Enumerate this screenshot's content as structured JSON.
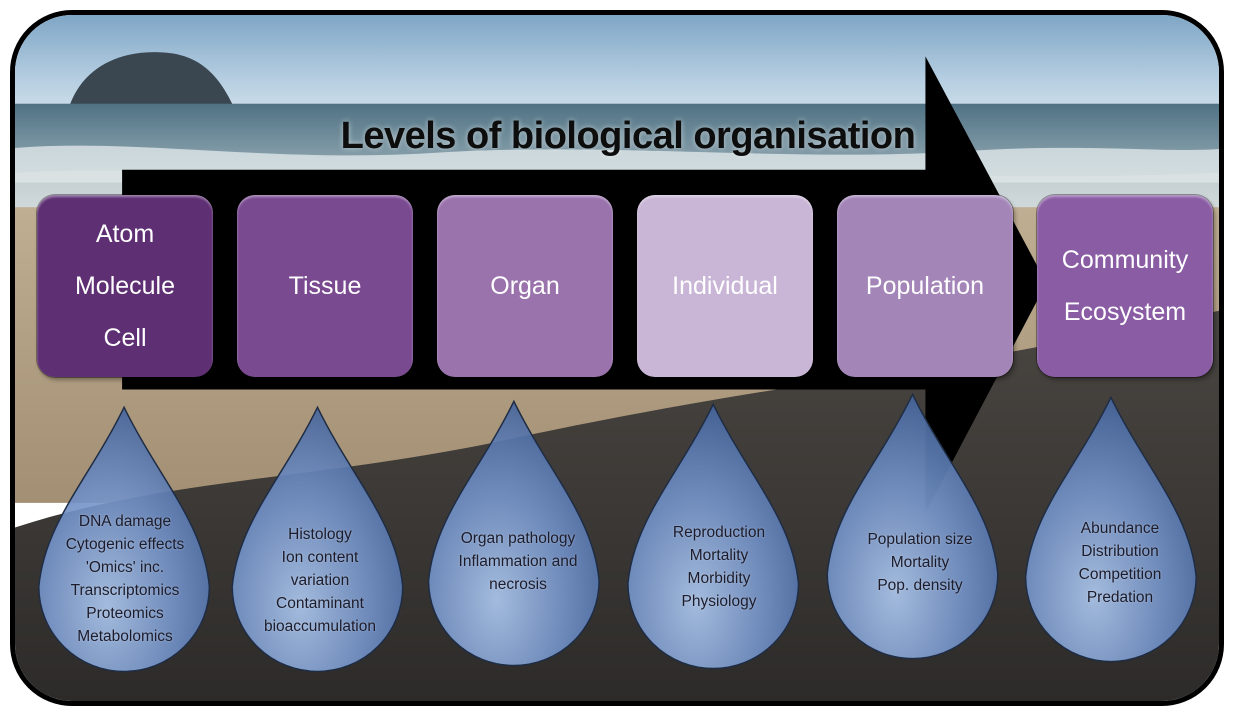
{
  "title": "Levels of biological organisation",
  "colors": {
    "sky": "#a9c6dd",
    "sea": "#6e8fa0",
    "sand": "#c8b79a",
    "mussels": "#3f3d3b",
    "arrow": "#000000",
    "drop_light": "#a9c2e6",
    "drop_dark": "#3e5e96"
  },
  "levels": [
    {
      "label": "Atom\nMolecule\nCell",
      "color": "#5e2f73"
    },
    {
      "label": "Tissue",
      "color": "#7a4a91"
    },
    {
      "label": "Organ",
      "color": "#9a73ad"
    },
    {
      "label": "Individual",
      "color": "#c9b6d6"
    },
    {
      "label": "Population",
      "color": "#a385b8"
    },
    {
      "label": "Community\nEcosystem",
      "color": "#8a5ca4"
    }
  ],
  "drops": [
    {
      "text": "DNA damage\nCytogenic effects\n'Omics' inc.\nTranscriptomics\nProteomics\nMetabolomics"
    },
    {
      "text": "Histology\nIon content\nvariation\nContaminant\nbioaccumulation"
    },
    {
      "text": "Organ pathology\nInflammation and\nnecrosis"
    },
    {
      "text": "Reproduction\nMortality\nMorbidity\nPhysiology"
    },
    {
      "text": "Population size\nMortality\nPop. density"
    },
    {
      "text": "Abundance\nDistribution\nCompetition\nPredation"
    }
  ]
}
